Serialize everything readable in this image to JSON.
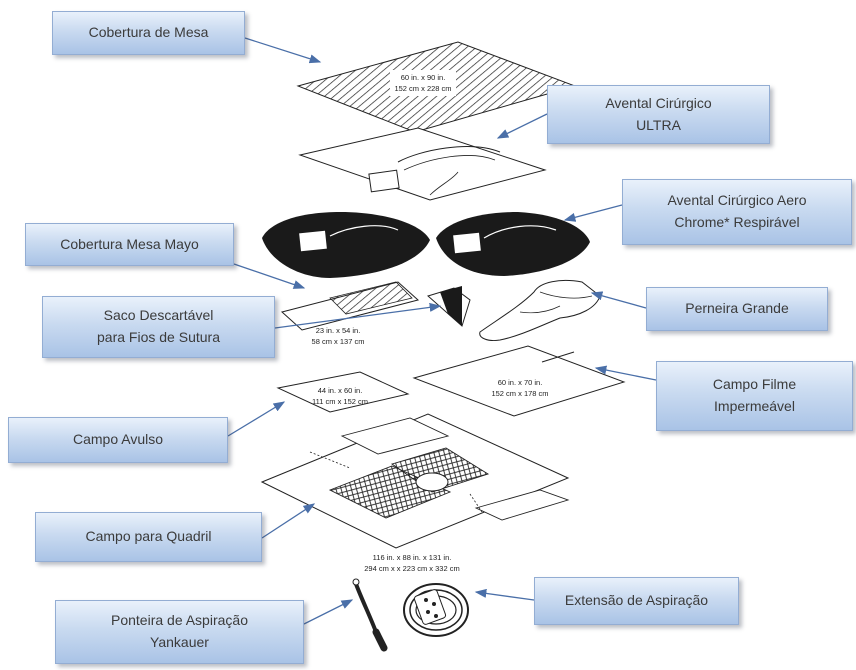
{
  "labels": {
    "cobertura_mesa": "Cobertura de Mesa",
    "avental_ultra_l1": "Avental Cirúrgico",
    "avental_ultra_l2": "ULTRA",
    "avental_aero_l1": "Avental Cirúrgico Aero",
    "avental_aero_l2": "Chrome* Respirável",
    "cobertura_mayo": "Cobertura Mesa Mayo",
    "saco_l1": "Saco Descartável",
    "saco_l2": "para Fios de Sutura",
    "perneira": "Perneira Grande",
    "campo_filme_l1": "Campo Filme",
    "campo_filme_l2": "Impermeável",
    "campo_avulso": "Campo Avulso",
    "campo_quadril": "Campo para Quadril",
    "extensao": "Extensão de Aspiração",
    "ponteira_l1": "Ponteira de Aspiração",
    "ponteira_l2": "Yankauer"
  },
  "dimensions": {
    "mesa_l1": "60 in. x 90 in.",
    "mesa_l2": "152 cm x 228 cm",
    "mayo_l1": "23 in. x 54 in.",
    "mayo_l2": "58 cm x 137 cm",
    "avulso_l1": "44 in. x 60 in.",
    "avulso_l2": "111 cm x 152 cm",
    "filme_l1": "60 in. x 70 in.",
    "filme_l2": "152 cm x 178 cm",
    "quadril_l1": "116 in. x 88 in. x 131 in.",
    "quadril_l2": "294 cm x x 223 cm x 332 cm"
  },
  "colors": {
    "arrow": "#4a6fa8",
    "label_border": "#93add3",
    "label_text": "#3b3b3b",
    "line_art": "#222222"
  }
}
